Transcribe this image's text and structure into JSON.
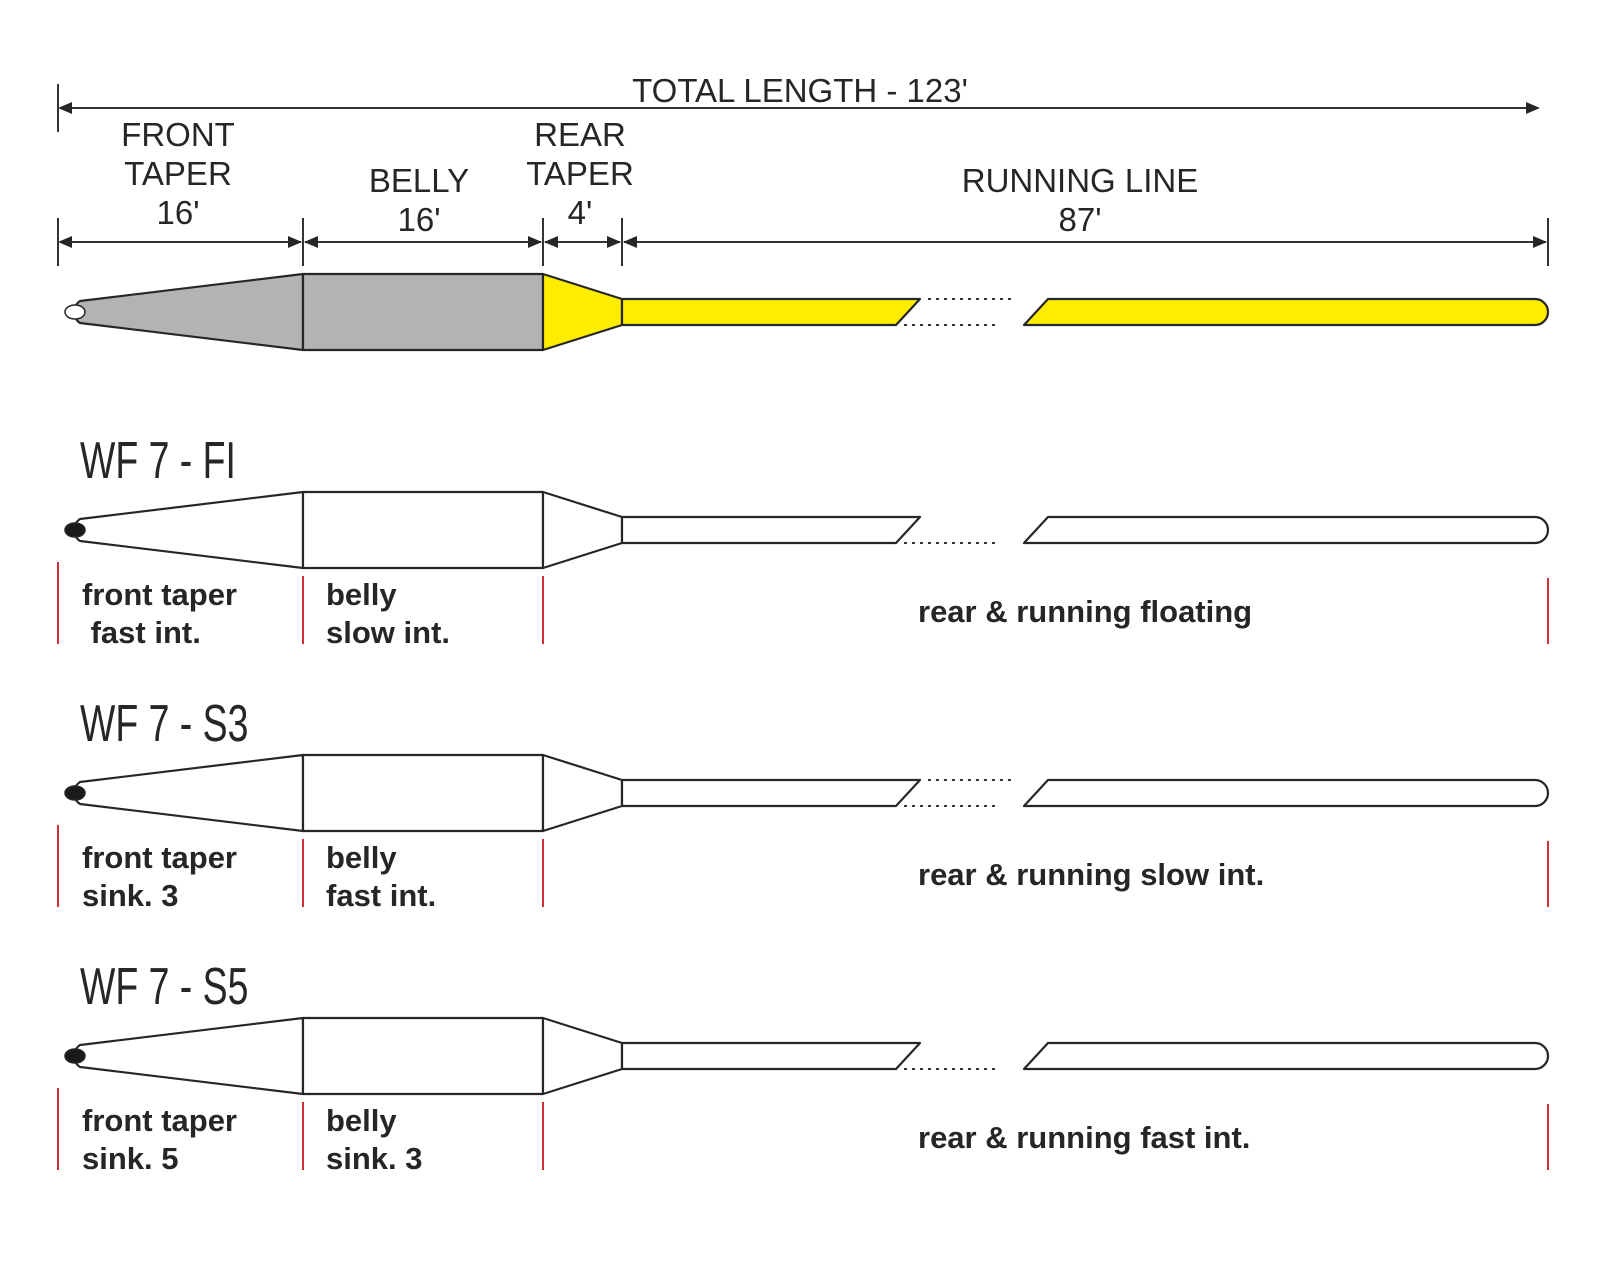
{
  "header": {
    "total_length_label": "TOTAL LENGTH - 123'",
    "total_length_ft": 123
  },
  "sections": [
    {
      "id": "front-taper",
      "name_lines": [
        "FRONT",
        "TAPER"
      ],
      "length_label": "16'",
      "length_ft": 16
    },
    {
      "id": "belly",
      "name_lines": [
        "BELLY"
      ],
      "length_label": "16'",
      "length_ft": 16
    },
    {
      "id": "rear-taper",
      "name_lines": [
        "REAR",
        "TAPER"
      ],
      "length_label": "4'",
      "length_ft": 4
    },
    {
      "id": "running-line",
      "name_lines": [
        "RUNNING LINE"
      ],
      "length_label": "87'",
      "length_ft": 87
    }
  ],
  "colors": {
    "head_fill": "#b3b3b3",
    "rear_running_fill": "#ffed00",
    "line_outline": "#262626",
    "marker_red": "#d0303a",
    "tip_eye_fill": "#ffffff",
    "tip_eye_dark": "#1a1a1a"
  },
  "lines": [
    {
      "title": "WF  7 - FI",
      "front_label": [
        "front taper",
        " fast int."
      ],
      "belly_label": [
        "belly",
        "slow int."
      ],
      "rear_label": "rear & running floating",
      "break_dotted_top": false
    },
    {
      "title": "WF  7 - S3",
      "front_label": [
        "front taper",
        "sink. 3"
      ],
      "belly_label": [
        "belly",
        "fast int."
      ],
      "rear_label": "rear & running slow int.",
      "break_dotted_top": true
    },
    {
      "title": "WF  7 - S5",
      "front_label": [
        "front taper",
        "sink. 5"
      ],
      "belly_label": [
        "belly",
        "sink. 3"
      ],
      "rear_label": "rear & running fast int.",
      "break_dotted_top": false
    }
  ]
}
